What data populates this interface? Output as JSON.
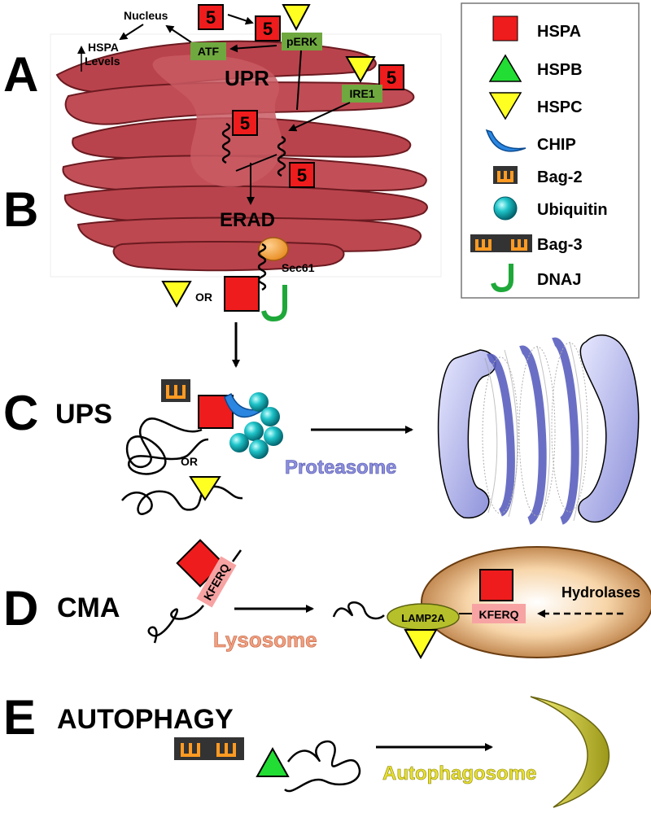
{
  "sections": {
    "a": "A",
    "b": "B",
    "c": "C",
    "d": "D",
    "e": "E"
  },
  "pathways": {
    "ups": "UPS",
    "cma": "CMA",
    "autophagy": "AUTOPHAGY"
  },
  "er": {
    "upr": "UPR",
    "erad": "ERAD",
    "sec61": "Sec61",
    "atf": "ATF",
    "perk": "pERK",
    "ire1": "IRE1",
    "nucleus": "Nucleus",
    "hspa_levels_line1": "HSPA",
    "hspa_levels_line2": "Levels",
    "or": "OR"
  },
  "hspa_badge": "5",
  "kferq": "KFERQ",
  "lamp2a": "LAMP2A",
  "hydrolases": "Hydrolases",
  "organelles": {
    "proteasome": "Proteasome",
    "lysosome": "Lysosome",
    "autophagosome": "Autophagosome"
  },
  "ups_or": "OR",
  "legend": [
    {
      "label": "HSPA",
      "icon": "red-square-icon"
    },
    {
      "label": "HSPB",
      "icon": "green-triangle-icon"
    },
    {
      "label": "HSPC",
      "icon": "yellow-triangle-icon"
    },
    {
      "label": "CHIP",
      "icon": "blue-crescent-icon"
    },
    {
      "label": "Bag-2",
      "icon": "bag2-icon"
    },
    {
      "label": "Ubiquitin",
      "icon": "teal-sphere-icon"
    },
    {
      "label": "Bag-3",
      "icon": "bag3-icon"
    },
    {
      "label": "DNAJ",
      "icon": "green-j-icon"
    }
  ],
  "colors": {
    "hspa": "#ee1c1c",
    "hspb": "#22dd33",
    "hspc": "#ffff22",
    "chip": "#2a86e0",
    "ubiquitin": "#16b5bb",
    "bag": "#ff9a22",
    "dnaj": "#1fa83a",
    "er": "#b8454d",
    "label_box": "#6fa83f",
    "proteasome": "#8b8fe0",
    "lysosome_text": "#f0a080",
    "autophagosome": "#e8e030"
  }
}
